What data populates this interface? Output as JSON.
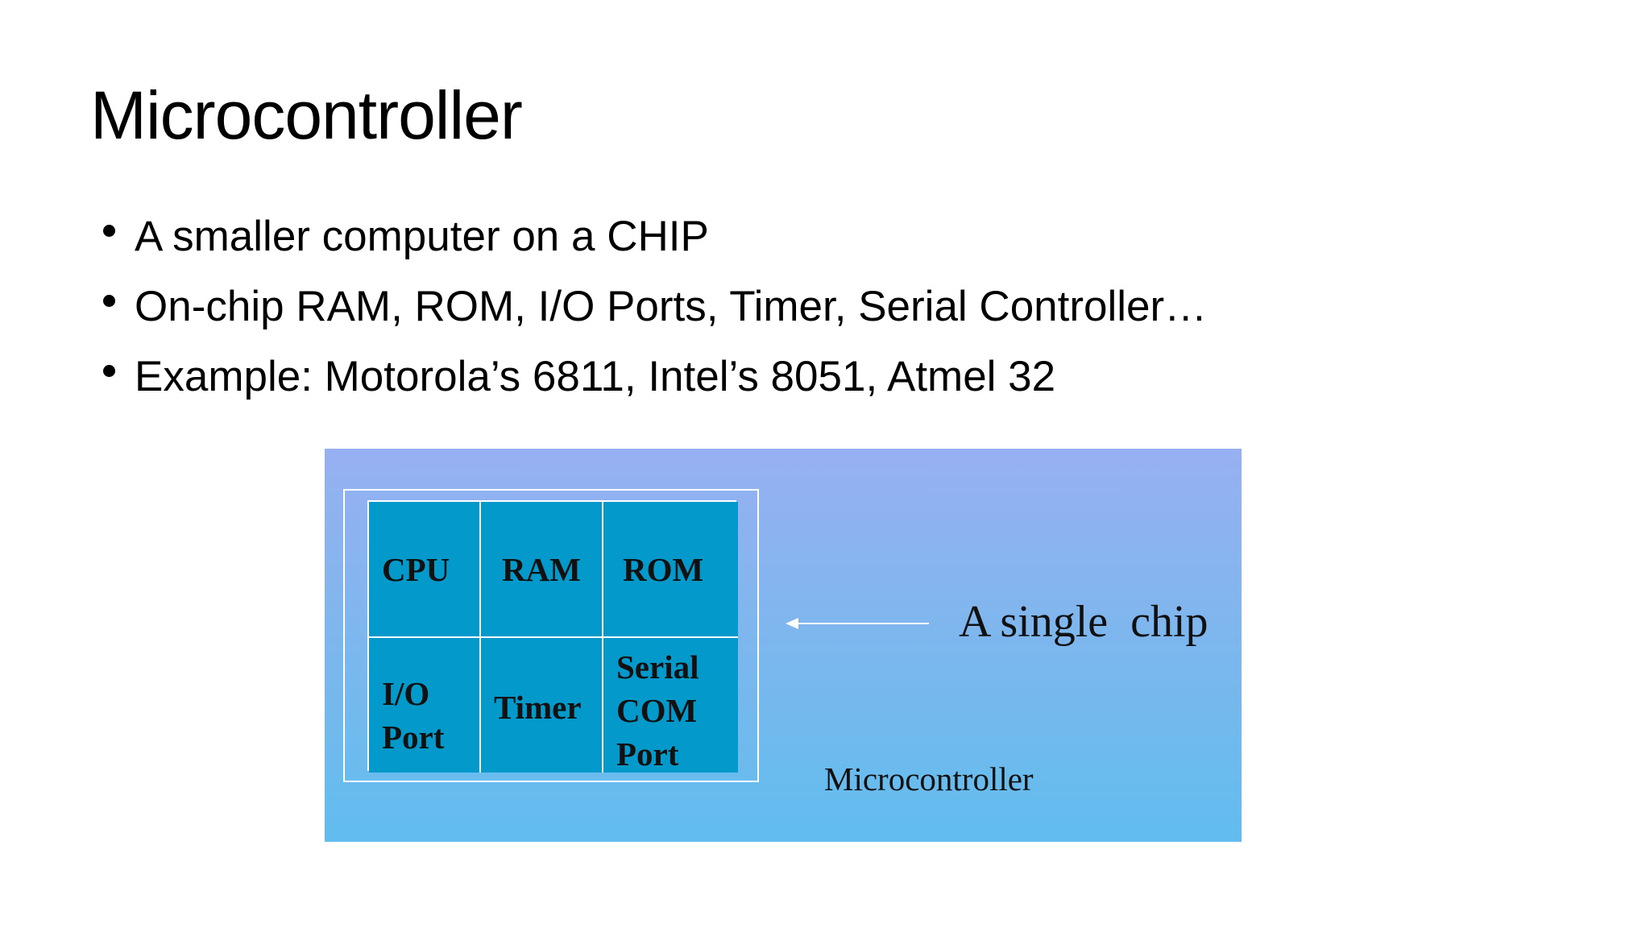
{
  "slide": {
    "title": "Microcontroller",
    "bullets": [
      "A smaller computer on a CHIP",
      "On-chip RAM, ROM, I/O Ports, Timer, Serial Controller…",
      "Example: Motorola’s 6811, Intel’s 8051, Atmel 32"
    ]
  },
  "diagram": {
    "cells": {
      "cpu": [
        "CPU"
      ],
      "ram": [
        "RAM"
      ],
      "rom": [
        "ROM"
      ],
      "io_port": [
        "I/O",
        "Port"
      ],
      "timer": [
        "Timer"
      ],
      "serial_com_port": [
        "Serial",
        "COM",
        "Port"
      ]
    },
    "arrow_label": "A single  chip",
    "caption": "Microcontroller",
    "colors": {
      "background_top": "#97b0f2",
      "background_bottom": "#61bdee",
      "cell_fill": "#0399ca",
      "cell_border": "#ffffff",
      "arrow": "#ffffff"
    }
  }
}
